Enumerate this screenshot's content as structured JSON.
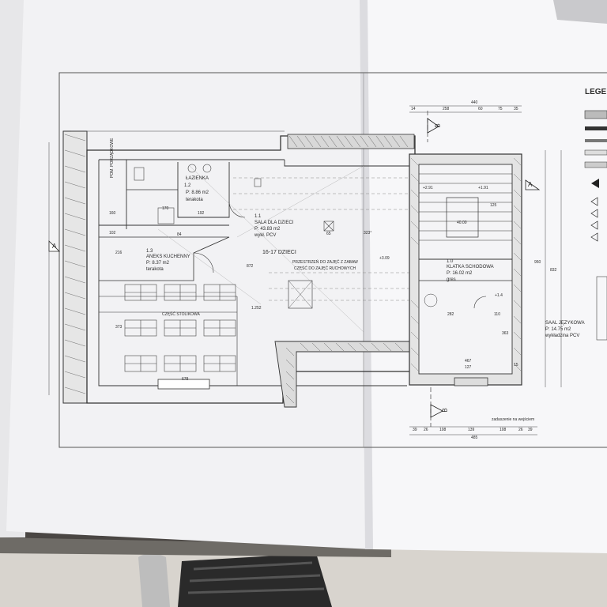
{
  "drawing": {
    "legend_title": "LEGE",
    "rooms": {
      "bathroom": {
        "number": "1.2",
        "name": "ŁAZIENKA",
        "area": "P: 8.86 m2",
        "finish": "terakota"
      },
      "hall": {
        "number": "1.1",
        "name": "SALA DLA DZIECI",
        "area": "P: 43.83 m2",
        "finish": "wykł. PCV"
      },
      "kitchenette": {
        "number": "1.3",
        "name": "ANEKS KUCHENNY",
        "area": "P: 8.37 m2",
        "finish": "terakota"
      },
      "staircase": {
        "number": "1.0",
        "name": "KLATKA SCHODOWA",
        "area": "P: 16.02 m2",
        "finish": "gres"
      },
      "language_room": {
        "name": "SAAL JĘZYKOWA",
        "area": "P: 14.75 m2",
        "finish": "wykładzina PCV"
      }
    },
    "labels": {
      "children_count": "16-17 DZIECI",
      "play_area": "PRZESTRZEŃ DO ZAJĘĆ Z ZABAW",
      "play_area_sub": "CZĘŚĆ DO ZAJĘĆ RUCHOWYCH",
      "table_area": "CZĘŚĆ STOLIKOWA",
      "cleaning_room": "POM. PORZĄDKOWE",
      "canopy": "zadaszenie na wejściem",
      "section_a": "A",
      "section_b": "B"
    },
    "dimensions": {
      "top_total": "440",
      "top_parts": [
        "14",
        "258",
        "60",
        "75",
        "35"
      ],
      "bottom_total": "485",
      "bottom_parts": [
        "39",
        "26",
        "108",
        "139",
        "108",
        "26",
        "39"
      ],
      "misc": [
        "170",
        "192",
        "160",
        "102",
        "84",
        "216",
        "373",
        "872",
        "1.252",
        "323°",
        "+3.09",
        "282",
        "110",
        "467",
        "127",
        "15",
        "363",
        "950",
        "832",
        "678",
        "65",
        "40.00",
        "125",
        "+1.91",
        "+2.91",
        "+1.4"
      ]
    }
  }
}
